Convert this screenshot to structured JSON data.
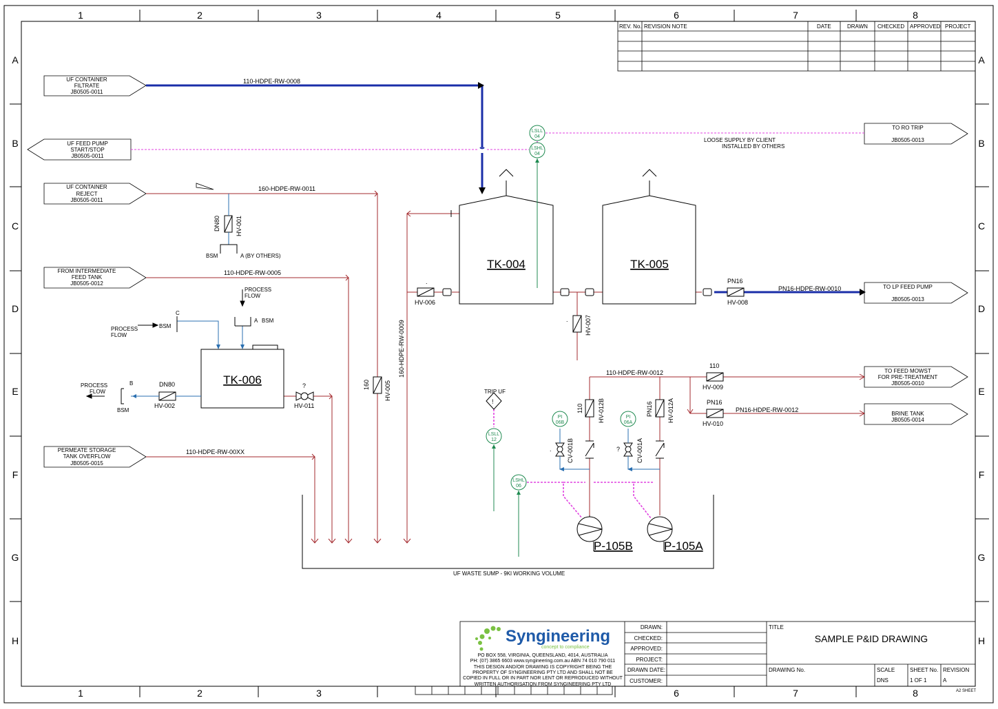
{
  "grid": {
    "cols": [
      "1",
      "2",
      "3",
      "4",
      "5",
      "6",
      "7",
      "8"
    ],
    "rows": [
      "A",
      "B",
      "C",
      "D",
      "E",
      "F",
      "G",
      "H"
    ]
  },
  "revision_table": {
    "headers": [
      "REV. No.",
      "REVISION NOTE",
      "DATE",
      "DRAWN",
      "CHECKED",
      "APPROVED",
      "PROJECT"
    ]
  },
  "off_page": {
    "uf_filtrate": [
      "UF CONTAINER",
      "FILTRATE",
      "JB0505-0011"
    ],
    "uf_feed_pump": [
      "UF FEED PUMP",
      "START/STOP",
      "JB0505-0011"
    ],
    "uf_reject": [
      "UF CONTAINER",
      "REJECT",
      "JB0505-0011"
    ],
    "intermediate": [
      "FROM INTERMEDIATE",
      "FEED TANK",
      "JB0505-0012"
    ],
    "permeate": [
      "PERMEATE STORAGE",
      "TANK OVERFLOW",
      "JB0505-0015"
    ],
    "to_ro_trip": [
      "TO RO TRIP",
      "JB0505-0013"
    ],
    "to_lp_feed": [
      "TO LP FEED PUMP",
      "JB0505-0013"
    ],
    "to_feed_mowst": [
      "TO FEED MOWST",
      "FOR PRE-TREATMENT",
      "JB0505-0010"
    ],
    "brine_tank": [
      "BRINE TANK",
      "JB0505-0014"
    ]
  },
  "lines": {
    "l0008": "110-HDPE-RW-0008",
    "l0011": "160-HDPE-RW-0011",
    "l0005": "110-HDPE-RW-0005",
    "l00xx": "110-HDPE-RW-00XX",
    "l0009": "160-HDPE-RW-0009",
    "l0010": "PN16-HDPE-RW-0010",
    "l0012a": "110-HDPE-RW-0012",
    "l0012b": "PN16-HDPE-RW-0012"
  },
  "notes": {
    "loose_supply_1": "LOOSE SUPPLY BY CLIENT",
    "loose_supply_2": "INSTALLED BY OTHERS",
    "sump": "UF WASTE SUMP - 9Kl WORKING VOLUME",
    "trip_uf": "TRIP UF",
    "process_flow_1": "PROCESS",
    "process_flow_2": "FLOW"
  },
  "tanks": {
    "tk004": "TK-004",
    "tk005": "TK-005",
    "tk006": "TK-006"
  },
  "pumps": {
    "p105b": "P-105B",
    "p105a": "P-105A"
  },
  "valves": {
    "hv001": "HV-001",
    "hv002": "HV-002",
    "hv005": "HV-005",
    "hv006": "HV-006",
    "hv007": "HV-007",
    "hv008": "HV-008",
    "hv009": "HV-009",
    "hv010": "HV-010",
    "hv011": "HV-011",
    "hv012a": "HV-012A",
    "hv012b": "HV-012B",
    "cv001a": "CV-001A",
    "cv001b": "CV-001B"
  },
  "sizes": {
    "dn80": "DN80",
    "s160": "160",
    "s110": "110",
    "pn16": "PN16",
    "q": "?",
    "dot": "."
  },
  "instruments": {
    "lsll04": [
      "LSLL",
      "04"
    ],
    "lshl04": [
      "LSHL",
      "04"
    ],
    "lsll12": [
      "LSLL",
      "12"
    ],
    "lshl06": [
      "LSHL",
      "06"
    ],
    "pi06b": [
      "PI",
      "06B"
    ],
    "pi06a": [
      "PI",
      "06A"
    ]
  },
  "bsm": {
    "label": "BSM",
    "a": "A",
    "b": "B",
    "c": "C",
    "a_by_others": "A (BY OTHERS)"
  },
  "title_block": {
    "company": "Syngineering",
    "tagline": "concept to compliance",
    "address": "PO BOX 558, VIRGINIA, QUEENSLAND, 4014, AUSTRALIA",
    "phone": "PH: (07) 3865 6603   www.syngineering.com.au   ABN 74 010 790 011",
    "copyright": [
      "THIS DESIGN AND/OR DRAWING IS COPYRIGHT BEING THE",
      "PROPERTY OF SYNGINEERING PTY LTD AND SHALL NOT BE",
      "COPIED IN FULL OR IN PART NOR LENT OR REPRODUCED WITHOUT",
      "WRITTEN AUTHORISATION FROM SYNGINEERING PTY LTD"
    ],
    "fields": [
      "DRAWN:",
      "CHECKED:",
      "APPROVED:",
      "PROJECT:",
      "DRAWN DATE:",
      "CUSTOMER:"
    ],
    "title_label": "TITLE",
    "title": "SAMPLE P&ID DRAWING",
    "drawing_no_label": "DRAWING No.",
    "scale_label": "SCALE",
    "scale": "DNS",
    "sheet_label": "SHEET No.",
    "sheet": "1  OF  1",
    "revision_label": "REVISION",
    "revision": "A",
    "sheet_size": "A2 SHEET"
  },
  "colors": {
    "process": "#a3282c",
    "filtrate": "#1a2ea8",
    "signal": "#e040e0",
    "instrument": "#1f8a50",
    "water": "#2a6fb0",
    "black": "#000000",
    "logo_green": "#7ac142",
    "logo_blue": "#1e5aa8"
  }
}
